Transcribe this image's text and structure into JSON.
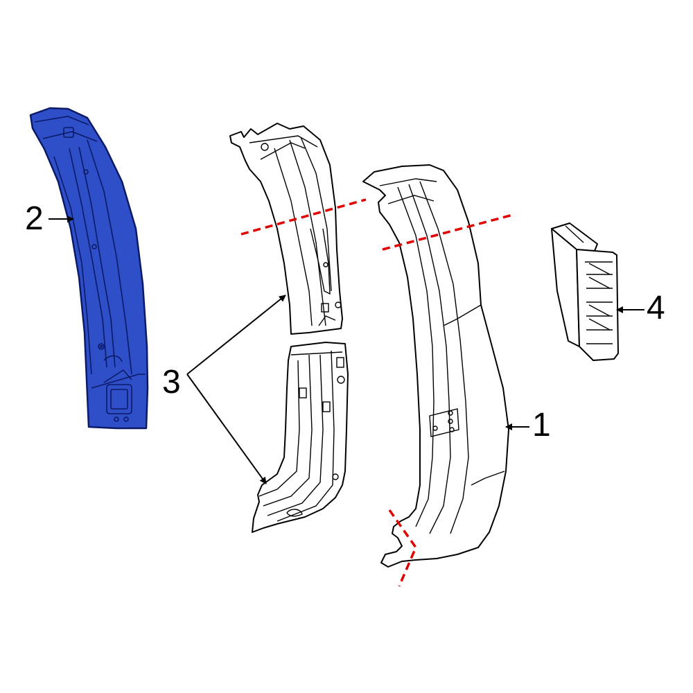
{
  "colors": {
    "highlight_fill": "#2f4fc9",
    "highlight_stroke": "#0b1a66",
    "cut_line": "#e00000",
    "line": "#000000",
    "background": "#ffffff"
  },
  "callouts": [
    {
      "id": "1",
      "label": "1"
    },
    {
      "id": "2",
      "label": "2"
    },
    {
      "id": "3",
      "label": "3"
    },
    {
      "id": "4",
      "label": "4"
    }
  ]
}
